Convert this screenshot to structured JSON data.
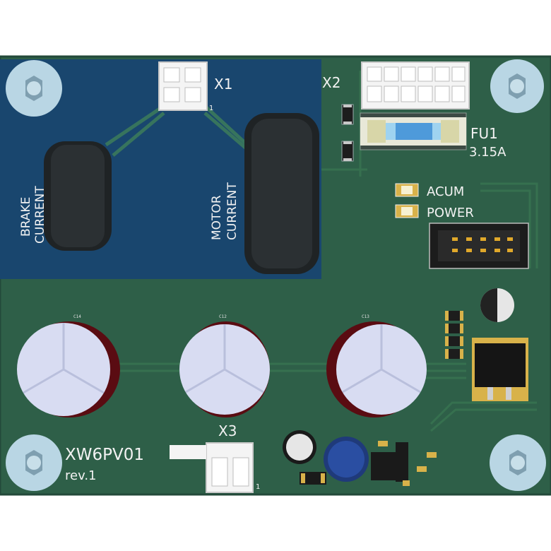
{
  "board": {
    "name": "XW6PV01",
    "revision": "rev.1"
  },
  "connectors": {
    "x1": "X1",
    "x2": "X2",
    "x3": "X3",
    "pin1": "1"
  },
  "sensors": {
    "brake_line1": "BRAKE",
    "brake_line2": "CURRENT",
    "motor_line1": "MOTOR",
    "motor_line2": "CURRENT"
  },
  "fuse": {
    "ref": "FU1",
    "rating": "3.15A"
  },
  "leds": {
    "acum": "ACUM",
    "power": "POWER"
  },
  "capacitors": {
    "c1": "C14",
    "c2": "C12",
    "c3": "C13"
  },
  "colors": {
    "board": "#2e5f48",
    "copper_pour": "#19466e",
    "silkscreen": "#f2f2f2",
    "capacitor_body": "#d8dcf2",
    "capacitor_sleeve": "#5a0c12",
    "standoff": "#b9d6e4"
  }
}
